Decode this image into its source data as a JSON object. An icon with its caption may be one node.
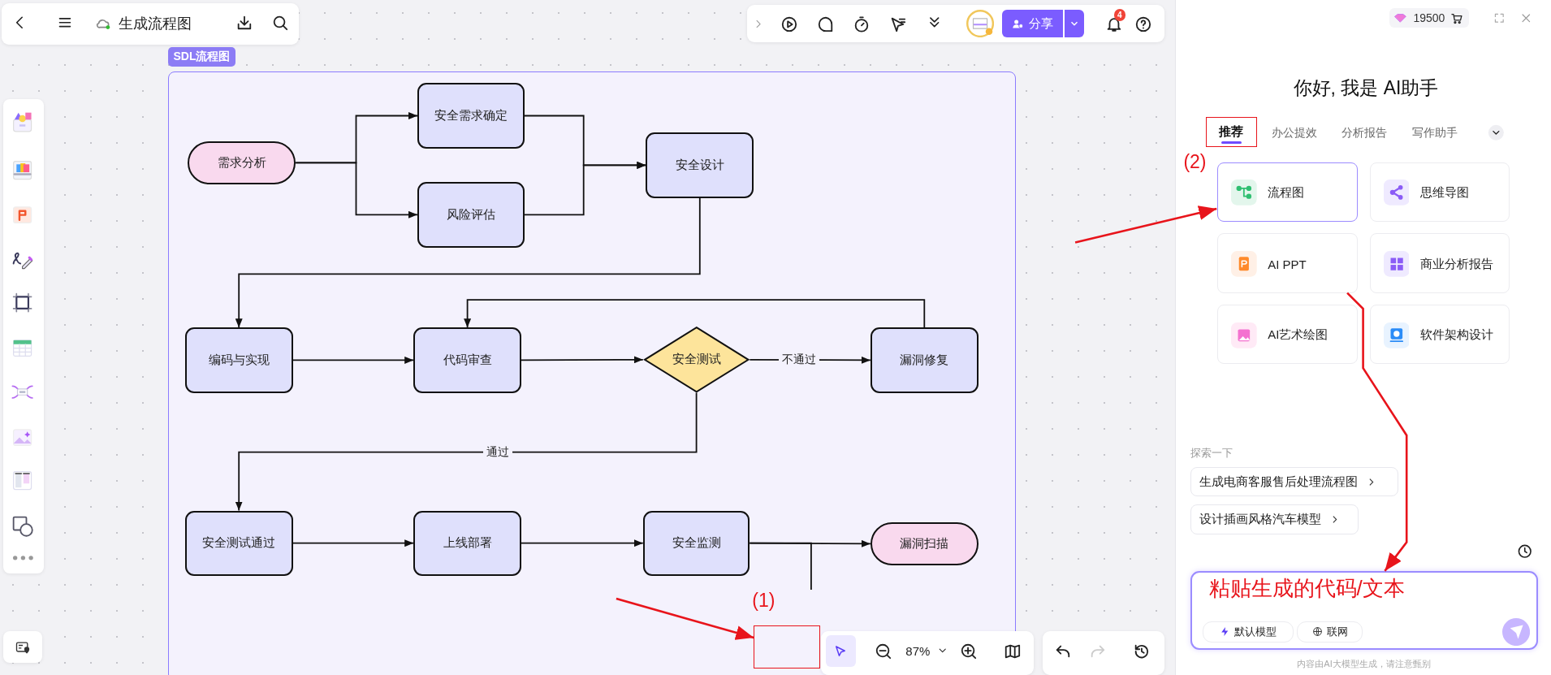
{
  "diagram": {
    "nodes": [
      {
        "text": [
          "SDL流程图"
        ]
      },
      {
        "text": [
          "需求分析"
        ],
        "in": 0
      },
      {
        "text": [
          "安全需求确定"
        ],
        "in": 0
      },
      {
        "text": [
          "风险评估"
        ],
        "in": 0
      },
      {
        "text": [
          "安全设计"
        ],
        "in": 0
      },
      {
        "text": [
          "编码与实现"
        ],
        "in": 0
      },
      {
        "text": [
          "代码审查"
        ],
        "in": 0
      },
      {
        "text": [
          "安全测试"
        ],
        "in": 0
      },
      {
        "text": [
          "漏洞修复"
        ],
        "in": 0
      },
      {
        "text": [
          "安全测试通过"
        ],
        "in": 0
      },
      {
        "text": [
          "上线部署"
        ],
        "in": 0
      },
      {
        "text": [
          "安全监测"
        ],
        "in": 0
      },
      {
        "text": [
          "漏洞扫描"
        ],
        "in": 0
      },
      {
        "text": [
          "流程图"
        ]
      },
      {
        "text": [
          "思维导图"
        ]
      },
      {
        "text": [
          "AI PPT"
        ]
      },
      {
        "text": [
          "商业分析报告"
        ]
      },
      {
        "text": [
          "AI艺术绘图"
        ]
      },
      {
        "text": [
          "软件架构设计"
        ]
      },
      {
        "text": [],
        "shape": "box"
      },
      {
        "text": [],
        "shape": "box",
        "in": 0
      }
    ],
    "edges": [
      {
        "from": 1,
        "to": 2,
        "arrow": "to"
      },
      {
        "from": 1,
        "to": 3,
        "arrow": "to"
      },
      {
        "from": 2,
        "to": 4,
        "arrow": "to"
      },
      {
        "from": 3,
        "to": 4,
        "arrow": "to"
      },
      {
        "from": 4,
        "to": 5,
        "arrow": "to"
      },
      {
        "from": 5,
        "to": 6,
        "arrow": "to"
      },
      {
        "from": 6,
        "to": 7,
        "arrow": "to"
      },
      {
        "from": 7,
        "to": 8,
        "arrow": "to",
        "label": "不通过"
      },
      {
        "from": 8,
        "to": 6,
        "arrow": "to"
      },
      {
        "from": 7,
        "to": 9,
        "arrow": "to",
        "label": "通过"
      },
      {
        "from": 9,
        "to": 10,
        "arrow": "to"
      },
      {
        "from": 10,
        "to": 11,
        "arrow": "to"
      },
      {
        "from": 11,
        "to": 12,
        "arrow": "to"
      },
      {
        "from": 11,
        "to": null,
        "arrow": "none"
      },
      {
        "from": null,
        "to": 20,
        "arrow": "to",
        "color": "#e8141b"
      },
      {
        "from": null,
        "to": 13,
        "arrow": "to",
        "color": "#e8141b"
      },
      {
        "from": 15,
        "to": 19,
        "arrow": "to",
        "color": "#e8141b"
      }
    ],
    "labels": [
      "生成流程图",
      "分享",
      "4",
      "19500",
      "你好, 我是 AI助手",
      "推荐",
      "办公提效",
      "分析报告",
      "写作助手",
      "(2)",
      "探索一下",
      "生成电商客服售后处理流程图",
      "设计插画风格汽车模型",
      "粘贴生成的代码/文本",
      "默认模型",
      "联网",
      "(1)",
      "87%",
      "内容由AI大模型生成，请注意甄别"
    ]
  }
}
